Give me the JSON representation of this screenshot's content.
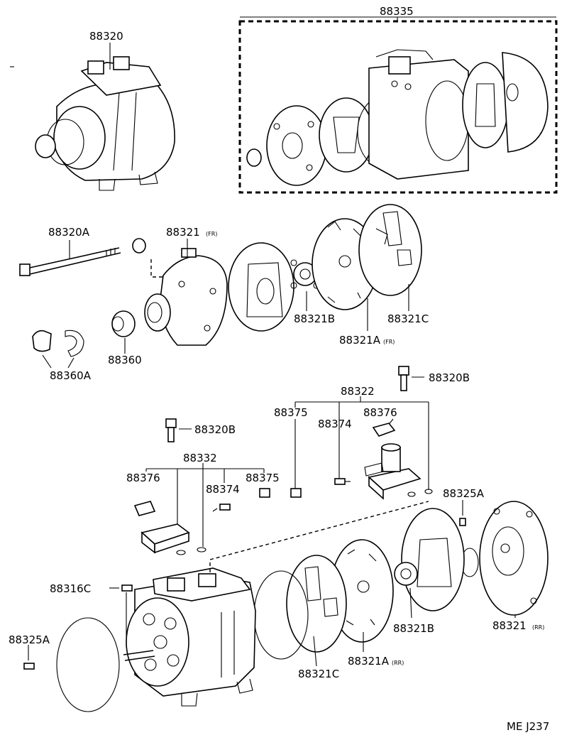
{
  "labels": {
    "l88335": "88335",
    "l88320": "88320",
    "l88320A": "88320A",
    "l88321fr": "88321",
    "l88321fr_sub": "(FR)",
    "l88321B_top": "88321B",
    "l88321A_top": "88321A",
    "l88321A_top_sub": "(FR)",
    "l88321C_top": "88321C",
    "l88360": "88360",
    "l88360A": "88360A",
    "l88320B_right": "88320B",
    "l88322": "88322",
    "l88375_right": "88375",
    "l88376_right": "88376",
    "l88374_right": "88374",
    "l88320B_left": "88320B",
    "l88332": "88332",
    "l88376_left": "88376",
    "l88374_left": "88374",
    "l88375_left": "88375",
    "l88325A_right": "88325A",
    "l88316C": "88316C",
    "l88325A_left": "88325A",
    "l88321C_bot": "88321C",
    "l88321A_bot": "88321A",
    "l88321A_bot_sub": "(RR)",
    "l88321B_bot": "88321B",
    "l88321rr": "88321",
    "l88321rr_sub": "(RR)",
    "code": "ME J237"
  }
}
